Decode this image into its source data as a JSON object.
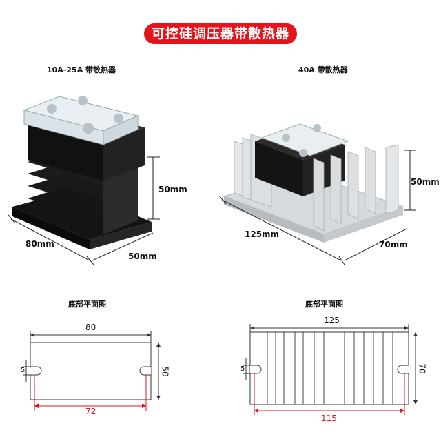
{
  "banner": {
    "title": "可控硅调压器带散热器"
  },
  "left_product": {
    "title": "10A-25A 带散热器",
    "dim_height": "50mm",
    "dim_length": "80mm",
    "dim_width": "50mm"
  },
  "right_product": {
    "title": "40A 带散热器",
    "dim_height": "50mm",
    "dim_length": "125mm",
    "dim_width": "70mm"
  },
  "left_plan": {
    "title": "底部平面图",
    "top": "80",
    "side": "50",
    "slot": "5",
    "bottom": "72"
  },
  "right_plan": {
    "title": "底部平面图",
    "top": "125",
    "side": "70",
    "slot": "5",
    "bottom": "115"
  },
  "colors": {
    "accent": "#e3141b",
    "heatsink_black": "#1a1a1a",
    "heatsink_silver": "#cfd3d6"
  }
}
